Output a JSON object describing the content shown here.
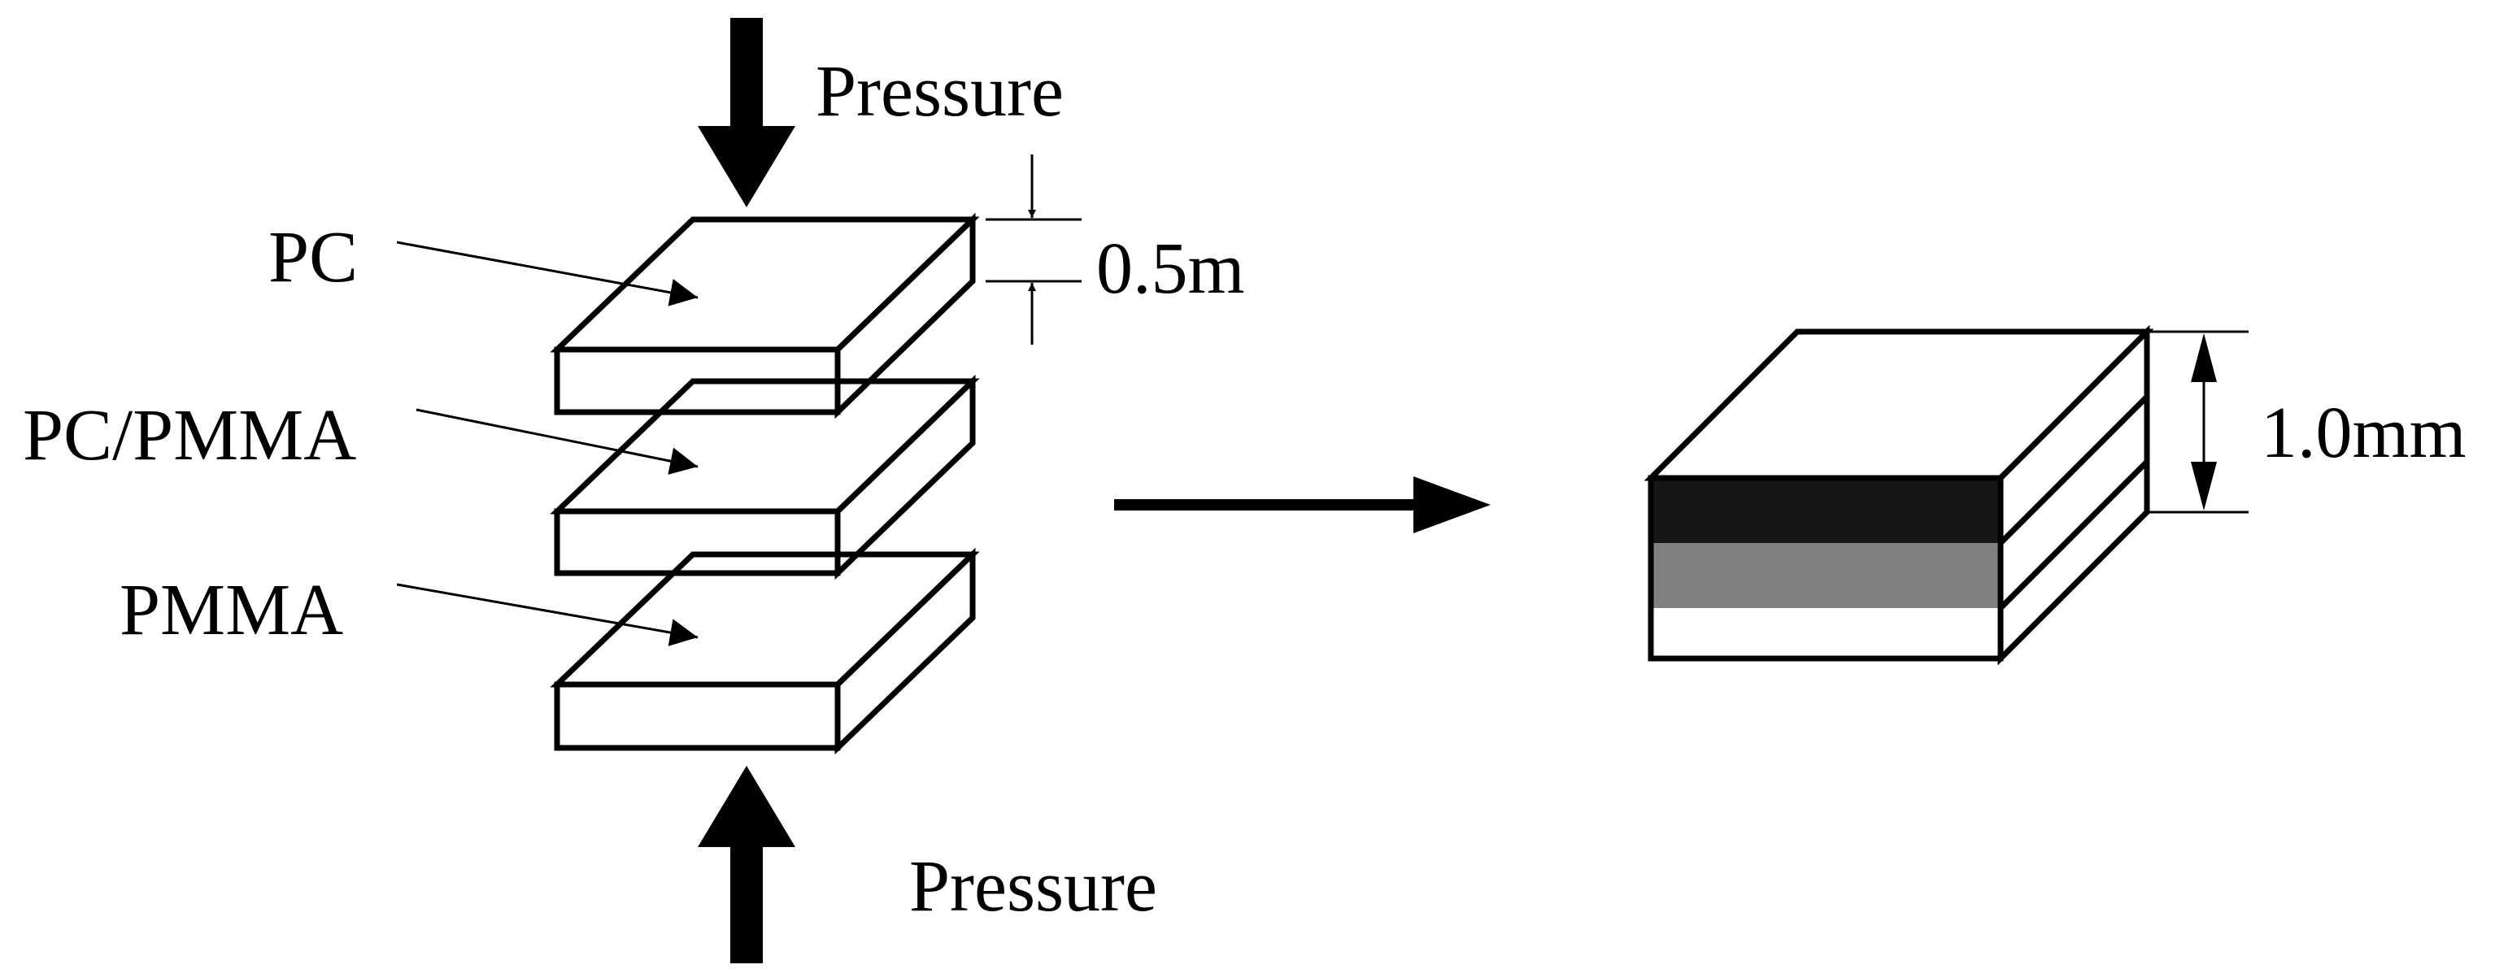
{
  "labels": {
    "pressure_top": "Pressure",
    "pressure_bottom": "Pressure",
    "pc": "PC",
    "pc_pmma": "PC/PMMA",
    "pmma": "PMMA",
    "layer_thickness": "0.5m",
    "total_thickness": "1.0mm"
  },
  "colors": {
    "pc_layer": "#161616",
    "pc_pmma_layer": "#808080",
    "pmma_layer": "#ffffff",
    "line": "#000000",
    "background": "#ffffff"
  }
}
